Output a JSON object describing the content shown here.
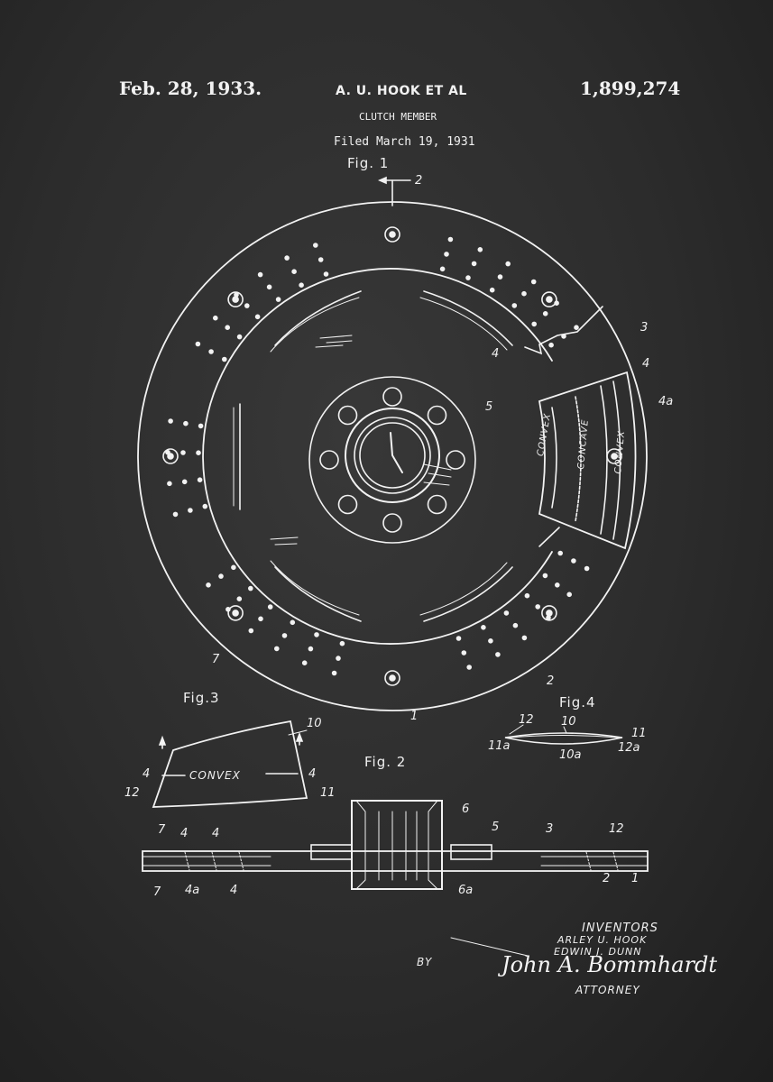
{
  "header": {
    "date": "Feb. 28, 1933.",
    "inventors": "A. U. HOOK ET AL",
    "title": "CLUTCH MEMBER",
    "filed": "Filed March 19, 1931",
    "patent_number": "1,899,274"
  },
  "figures": {
    "fig1": "Fig. 1",
    "fig2": "Fig. 2",
    "fig3": "Fig.3",
    "fig4": "Fig.4"
  },
  "fig1_labels": {
    "section_top": "2",
    "section_bottom": "2",
    "ref_1": "1",
    "ref_3": "3",
    "ref_4_upper": "4",
    "ref_4_right": "4",
    "ref_4a": "4a",
    "ref_5": "5",
    "ref_7": "7",
    "convex_left": "CONVEX",
    "concave": "CONCAVE",
    "convex_right": "CONVEX"
  },
  "fig3_labels": {
    "ref_10": "10",
    "ref_11": "11",
    "ref_12": "12",
    "ref_4_left": "4",
    "ref_4_right": "4",
    "convex": "CONVEX"
  },
  "fig4_labels": {
    "ref_12": "12",
    "ref_10": "10",
    "ref_11": "11",
    "ref_11a": "11a",
    "ref_10a": "10a",
    "ref_12a": "12a"
  },
  "fig2_labels": {
    "ref_6": "6",
    "ref_5": "5",
    "ref_3": "3",
    "ref_12": "12",
    "ref_7_top": "7",
    "ref_4_a": "4",
    "ref_4_b": "4",
    "ref_7_bottom": "7",
    "ref_4a": "4a",
    "ref_4_bottom": "4",
    "ref_6a": "6a",
    "ref_2": "2",
    "ref_1": "1"
  },
  "signature_block": {
    "by": "BY",
    "inventors_heading": "INVENTORS",
    "inventor_1": "ARLEY U. HOOK",
    "inventor_2": "EDWIN J. DUNN",
    "attorney_signature": "John A. Bommhardt",
    "attorney_label": "ATTORNEY"
  },
  "colors": {
    "background": "#2c2c2c",
    "ink": "#f2f2f2"
  }
}
